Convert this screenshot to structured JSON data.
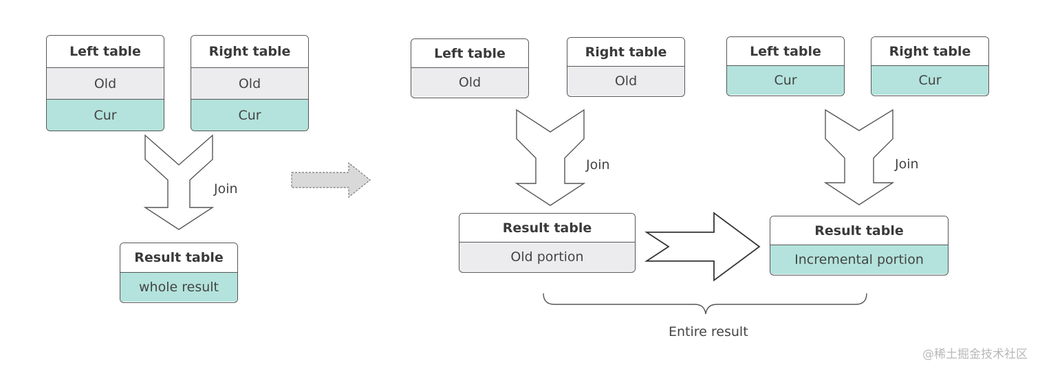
{
  "left_diagram": {
    "left_table": {
      "title": "Left table",
      "rows": [
        "Old",
        "Cur"
      ]
    },
    "right_table": {
      "title": "Right table",
      "rows": [
        "Old",
        "Cur"
      ]
    },
    "join_label": "Join",
    "result_table": {
      "title": "Result table",
      "row": "whole result"
    }
  },
  "right_diagram": {
    "old_join": {
      "left_table": {
        "title": "Left table",
        "row": "Old"
      },
      "right_table": {
        "title": "Right table",
        "row": "Old"
      },
      "join_label": "Join",
      "result_table": {
        "title": "Result table",
        "row": "Old portion"
      }
    },
    "cur_join": {
      "left_table": {
        "title": "Left table",
        "row": "Cur"
      },
      "right_table": {
        "title": "Right table",
        "row": "Cur"
      },
      "join_label": "Join",
      "result_table": {
        "title": "Result table",
        "row": "Incremental portion"
      }
    },
    "brace_label": "Entire result"
  },
  "watermark": "@稀土掘金技术社区",
  "colors": {
    "old_fill": "#ececee",
    "cur_fill": "#b3e3dc",
    "border": "#555555"
  }
}
